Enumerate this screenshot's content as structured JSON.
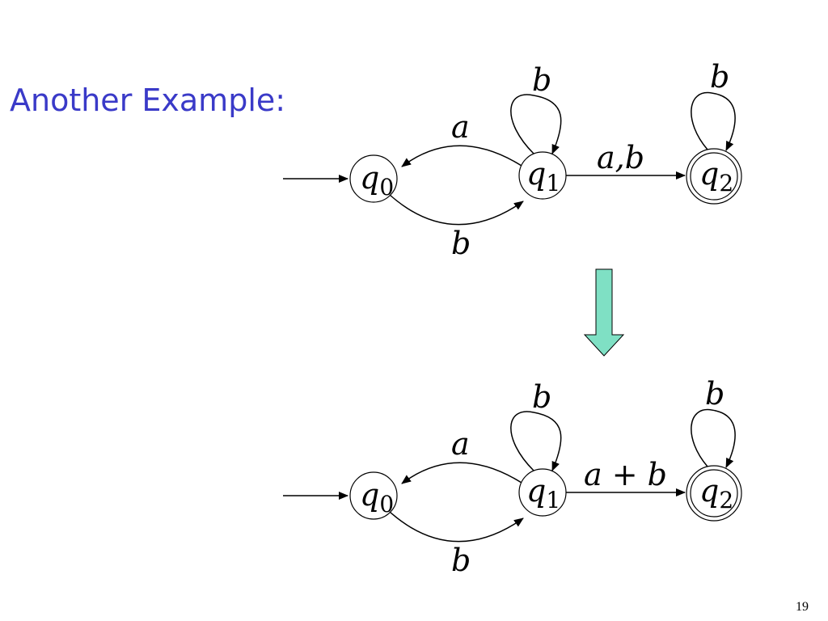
{
  "slide": {
    "title": "Another Example:",
    "page_number": "19"
  },
  "colors": {
    "title": "#3a3ac8",
    "arrow_fill": "#7fe0c4",
    "stroke": "#000000"
  },
  "diagrams": [
    {
      "states": [
        {
          "name": "q",
          "sub": "0",
          "initial": true,
          "final": false
        },
        {
          "name": "q",
          "sub": "1",
          "initial": false,
          "final": false
        },
        {
          "name": "q",
          "sub": "2",
          "initial": false,
          "final": true
        }
      ],
      "edges": {
        "q1_to_q0": "a",
        "q0_to_q1": "b",
        "q1_loop": "b",
        "q1_to_q2": "a,b",
        "q2_loop": "b"
      }
    },
    {
      "states": [
        {
          "name": "q",
          "sub": "0",
          "initial": true,
          "final": false
        },
        {
          "name": "q",
          "sub": "1",
          "initial": false,
          "final": false
        },
        {
          "name": "q",
          "sub": "2",
          "initial": false,
          "final": true
        }
      ],
      "edges": {
        "q1_to_q0": "a",
        "q0_to_q1": "b",
        "q1_loop": "b",
        "q1_to_q2": "a + b",
        "q2_loop": "b"
      }
    }
  ]
}
